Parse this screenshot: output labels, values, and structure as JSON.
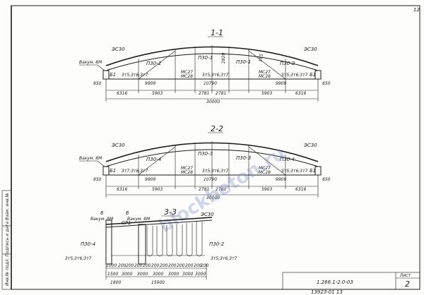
{
  "sheet": {
    "page_number": "12",
    "code": "1.266.1-2.0-03",
    "list_label": "Лист",
    "list_number": "2",
    "inventory": "13923-01 13",
    "watermark": "blockbeton.ru",
    "side_stamp": "Инв.№ подл. Подпись и дата Взам. инв.№"
  },
  "sec11": {
    "title": "1-1",
    "lbl_es30_left": "ЭС30",
    "lbl_es30_right": "ЭС30",
    "lbl_vakum": "Вакум. 8М",
    "lbl_b1_left": "Б1",
    "lbl_b1_right": "Б1",
    "lbl_p30_2_left": "П30-2",
    "lbl_p30_1_mid": "П30-1",
    "lbl_p30_1_right": "П30-1",
    "lbl_p30_2_right": "П30-2",
    "lbl_3t_left": "3т5;3т6;3т7",
    "lbl_3t_mid": "3т5;3т6;3т7",
    "lbl_3t_right": "3т5;3т6;3т7",
    "lbl_mc27_l": "МС27",
    "lbl_mc28_l": "МС28",
    "lbl_mc27_r": "МС27",
    "lbl_mc28_r": "МС28",
    "lbl_2820": "2820",
    "lbl_850_l": "850",
    "lbl_850_r": "850",
    "lbl_9909_l": "9909",
    "lbl_10790": "10790",
    "lbl_9909_r": "9909",
    "lbl_6316_l": "6316",
    "lbl_5903_l": "5903",
    "lbl_2781_l": "2781",
    "lbl_2781_r": "2781",
    "lbl_5903_r": "5903",
    "lbl_6316_r": "6316",
    "lbl_30000": "30000",
    "lbl_185": "185"
  },
  "sec22": {
    "title": "2-2",
    "lbl_es30_left": "ЭС30",
    "lbl_es30_right": "ЭС30",
    "lbl_vakum": "Вакум. 8М",
    "lbl_b1_left": "Б1",
    "lbl_b1_right": "Б1",
    "lbl_p30_4_left": "П30-4",
    "lbl_p30_3_mid": "П30-3",
    "lbl_p30_3_right": "П30-3",
    "lbl_p30_4_right": "П30-4",
    "lbl_3t_left": "3т7;3т6;3т7",
    "lbl_3t_mid": "3т5;3т6;3т7",
    "lbl_3t_right": "3т5;3т6;3т7",
    "lbl_mc27_l": "МС27",
    "lbl_mc28_l": "МС28",
    "lbl_mc27_r": "МС27",
    "lbl_mc28_r": "МС28",
    "lbl_850_l": "850",
    "lbl_850_r": "850",
    "lbl_9909_l": "9909",
    "lbl_10790": "10790",
    "lbl_9909_r": "9909",
    "lbl_6316_l": "6316",
    "lbl_5903_l": "5903",
    "lbl_2781_l": "2781",
    "lbl_2781_r": "2781",
    "lbl_5903_r": "5903",
    "lbl_6316_r": "6316",
    "lbl_30000": "30000"
  },
  "sec33": {
    "title": "3-3",
    "lbl_6_l": "6",
    "lbl_6_r": "6",
    "lbl_vakum_l": "Вакум. 8М",
    "lbl_vakum_r": "Вакум. 8М",
    "lbl_cp1": "СР1",
    "lbl_es30": "ЭС30",
    "lbl_p30_4": "П30-4",
    "lbl_p30_2": "П30-2",
    "lbl_3t_l": "3т5;3т6;3т7",
    "lbl_3t_r": "3т5;3т6;3т7",
    "spans_top": [
      "1000",
      "200",
      "200",
      "200",
      "200",
      "200",
      "200",
      "200",
      "200",
      "200",
      "200",
      "200"
    ],
    "spans_bottom": [
      "1500",
      "3000",
      "3000",
      "3000",
      "3000",
      "3000",
      "3000"
    ],
    "lbl_1800": "1800",
    "lbl_15000": "15000"
  }
}
